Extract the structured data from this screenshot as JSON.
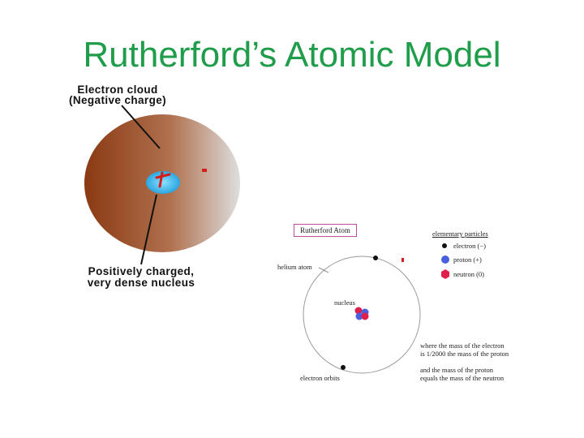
{
  "title": "Rutherford’s Atomic Model",
  "left_model": {
    "cloud_label": [
      "Electron cloud",
      "(Negative charge)"
    ],
    "nucleus_label": [
      "Positively charged,",
      "very dense nucleus"
    ]
  },
  "right_model": {
    "box_label": "Rutherford Atom",
    "helium_label": "helium atom",
    "nucleus_label": "nucleus",
    "orbits_label": "electron orbits",
    "legend": {
      "title": "elementary particles",
      "items": [
        {
          "label": "electron (−)",
          "color": "#111111",
          "shape": "dot"
        },
        {
          "label": "proton (+)",
          "color": "#4a5fe0",
          "shape": "circle"
        },
        {
          "label": "neutron (0)",
          "color": "#e0204a",
          "shape": "hexagon"
        }
      ]
    },
    "note_mass": [
      "where the mass of the electron",
      "is 1/2000 the mass of the proton"
    ],
    "note_equal": [
      "and the mass of the proton",
      "equals the mass of the neutron"
    ]
  },
  "colors": {
    "title": "#1f9d4a",
    "cloud_dark": "#8a3a12",
    "cloud_light": "#d9d9d9",
    "nucleus": "#3fb3e8",
    "charge_mark": "#d41c1c"
  }
}
